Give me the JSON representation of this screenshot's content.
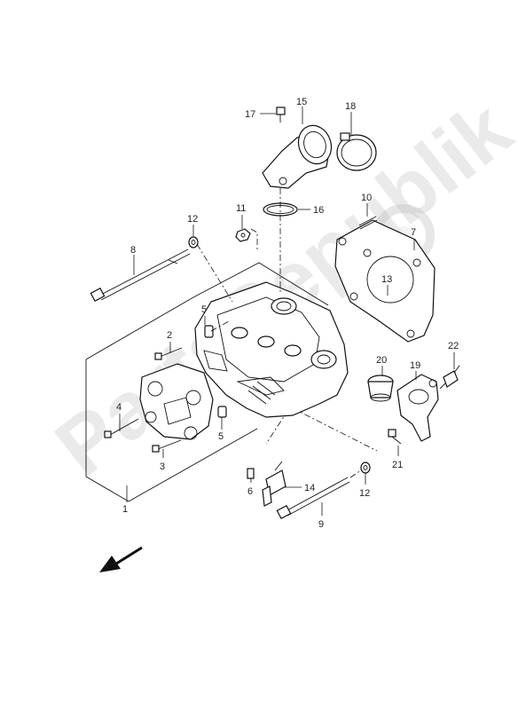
{
  "diagram": {
    "watermark": "PartsRepublik",
    "callouts": [
      {
        "id": "1",
        "text": "1"
      },
      {
        "id": "2",
        "text": "2"
      },
      {
        "id": "3",
        "text": "3"
      },
      {
        "id": "4",
        "text": "4"
      },
      {
        "id": "5a",
        "text": "5"
      },
      {
        "id": "5b",
        "text": "5"
      },
      {
        "id": "6",
        "text": "6"
      },
      {
        "id": "7",
        "text": "7"
      },
      {
        "id": "8",
        "text": "8"
      },
      {
        "id": "9",
        "text": "9"
      },
      {
        "id": "10",
        "text": "10"
      },
      {
        "id": "11",
        "text": "11"
      },
      {
        "id": "12a",
        "text": "12"
      },
      {
        "id": "12b",
        "text": "12"
      },
      {
        "id": "13",
        "text": "13"
      },
      {
        "id": "14",
        "text": "14"
      },
      {
        "id": "15",
        "text": "15"
      },
      {
        "id": "16",
        "text": "16"
      },
      {
        "id": "17",
        "text": "17"
      },
      {
        "id": "18",
        "text": "18"
      },
      {
        "id": "19",
        "text": "19"
      },
      {
        "id": "20",
        "text": "20"
      },
      {
        "id": "21",
        "text": "21"
      },
      {
        "id": "22",
        "text": "22"
      }
    ],
    "icons": {
      "direction_arrow": "front-direction-arrow-icon",
      "watermark_gear": "gear-watermark-icon"
    }
  }
}
